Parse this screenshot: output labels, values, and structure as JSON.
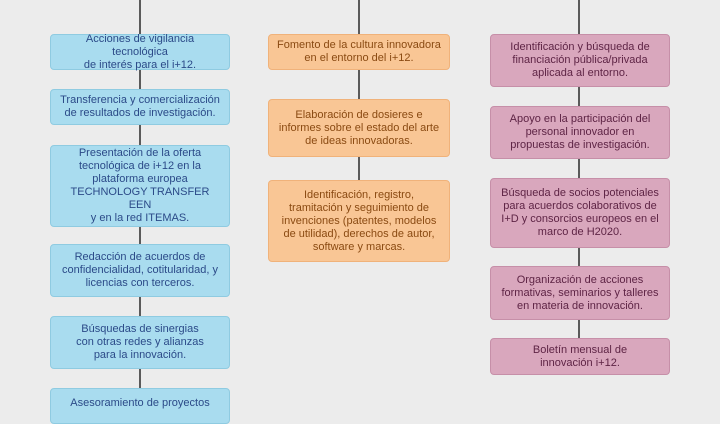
{
  "columns": {
    "left": {
      "color": "#a9dcef",
      "boxes": [
        "Acciones de vigilancia tecnológica\nde interés para el i+12.",
        "Transferencia y comercialización\nde resultados de investigación.",
        "Presentación de la oferta\ntecnológica de i+12 en la\nplataforma europea\nTECHNOLOGY TRANSFER EEN\ny en la red ITEMAS.",
        "Redacción de acuerdos de\nconfidencialidad, cotitularidad, y\nlicencias con terceros.",
        "Búsquedas de sinergias\ncon otras redes y alianzas\npara la innovación.",
        "Asesoramiento de proyectos"
      ]
    },
    "middle": {
      "color": "#f9c695",
      "boxes": [
        "Fomento de la cultura  innovadora\nen el entorno del i+12.",
        "Elaboración de dosieres e\ninformes sobre el estado del arte\nde ideas innovadoras.",
        "Identificación, registro,\ntramitación y seguimiento de\ninvenciones (patentes, modelos\nde utilidad), derechos de autor,\nsoftware y marcas."
      ]
    },
    "right": {
      "color": "#d9a7bd",
      "boxes": [
        "Identificación y búsqueda de\nfinanciación pública/privada\naplicada al entorno.",
        "Apoyo en la participación del\npersonal innovador en\npropuestas de investigación.",
        "Búsqueda de socios potenciales\npara acuerdos colaborativos de\nI+D y consorcios europeos en el\nmarco de H2020.",
        "Organización de acciones\nformativas, seminarios y talleres\nen materia de innovación.",
        "Boletín mensual de\ninnovación i+12."
      ]
    }
  }
}
